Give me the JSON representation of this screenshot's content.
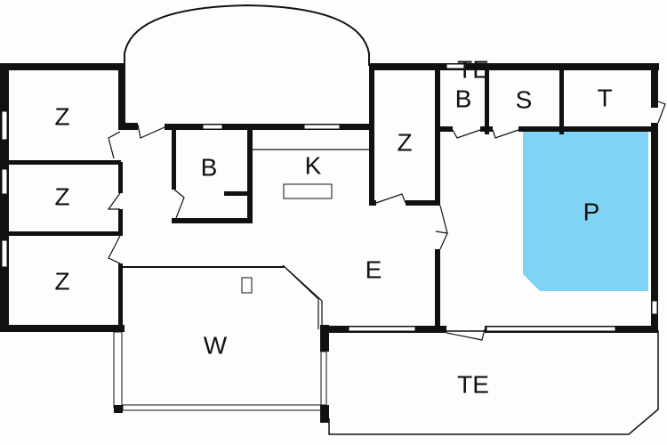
{
  "rooms": [
    {
      "id": "z1",
      "label": "Z"
    },
    {
      "id": "z2",
      "label": "Z"
    },
    {
      "id": "z3",
      "label": "Z"
    },
    {
      "id": "b1",
      "label": "B"
    },
    {
      "id": "k",
      "label": "K"
    },
    {
      "id": "z4",
      "label": "Z"
    },
    {
      "id": "b2",
      "label": "B"
    },
    {
      "id": "s",
      "label": "S"
    },
    {
      "id": "t",
      "label": "T"
    },
    {
      "id": "te1",
      "label": "TE"
    },
    {
      "id": "p",
      "label": "P"
    },
    {
      "id": "e",
      "label": "E"
    },
    {
      "id": "w",
      "label": "W"
    },
    {
      "id": "te2",
      "label": "TE"
    }
  ],
  "colors": {
    "pool": "#7fd3f5",
    "wall": "#111111"
  }
}
